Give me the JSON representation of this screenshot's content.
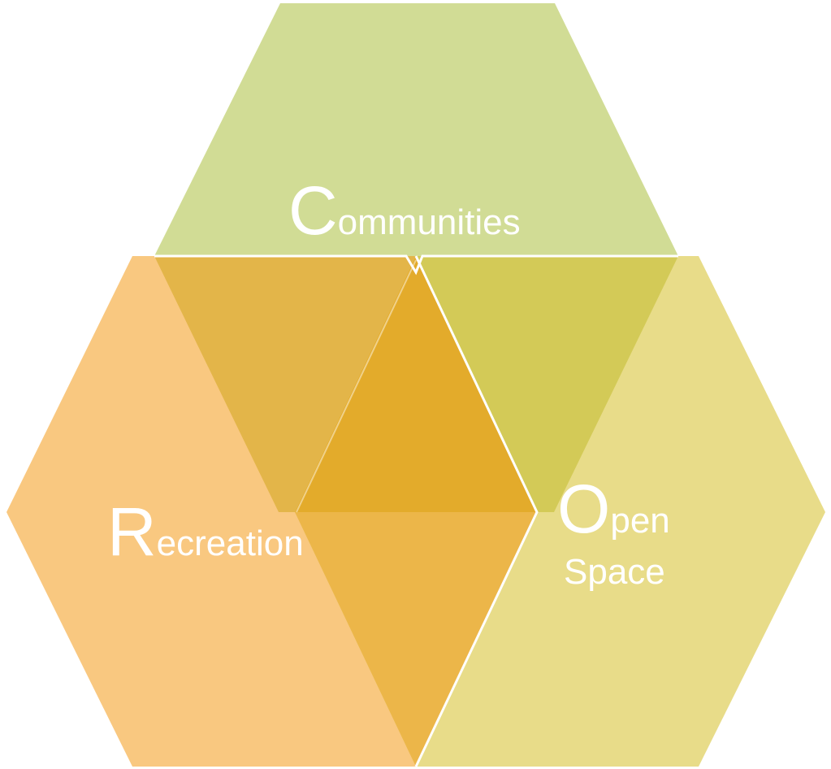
{
  "diagram": {
    "regions": [
      {
        "id": "communities",
        "initial": "C",
        "rest": "ommunities",
        "color": "#d1dc95"
      },
      {
        "id": "recreation",
        "initial": "R",
        "rest": "ecreation",
        "color": "#f9c880"
      },
      {
        "id": "open-space",
        "initial": "O",
        "rest": "pen",
        "second_line": "Space",
        "color": "#e8dc89"
      }
    ],
    "overlap_colors": {
      "communities_recreation": "#e3b549",
      "communities_open_space": "#d3ca57",
      "recreation_open_space": "#ecb649",
      "center": "#e3ab2b"
    },
    "outline_color": "#ffffff"
  }
}
